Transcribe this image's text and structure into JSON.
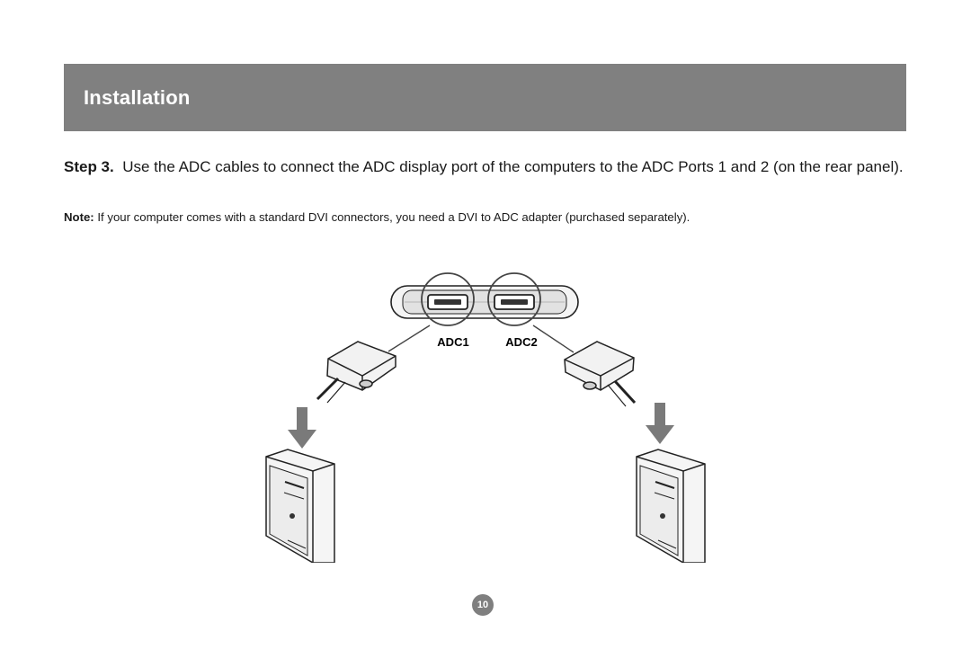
{
  "section": {
    "title": "Installation"
  },
  "step": {
    "label": "Step 3.",
    "text": "Use the ADC cables to connect the ADC display port of the computers to the ADC Ports 1 and 2 (on the rear panel)."
  },
  "note": {
    "label": "Note:",
    "text": "If your computer comes with a standard DVI connectors, you need a DVI to ADC adapter (purchased separately)."
  },
  "diagram": {
    "port_labels": [
      "ADC1",
      "ADC2"
    ]
  },
  "page": {
    "number": "10"
  },
  "colors": {
    "header_bg": "#808080",
    "header_text": "#ffffff",
    "arrow": "#7a7a7a"
  }
}
